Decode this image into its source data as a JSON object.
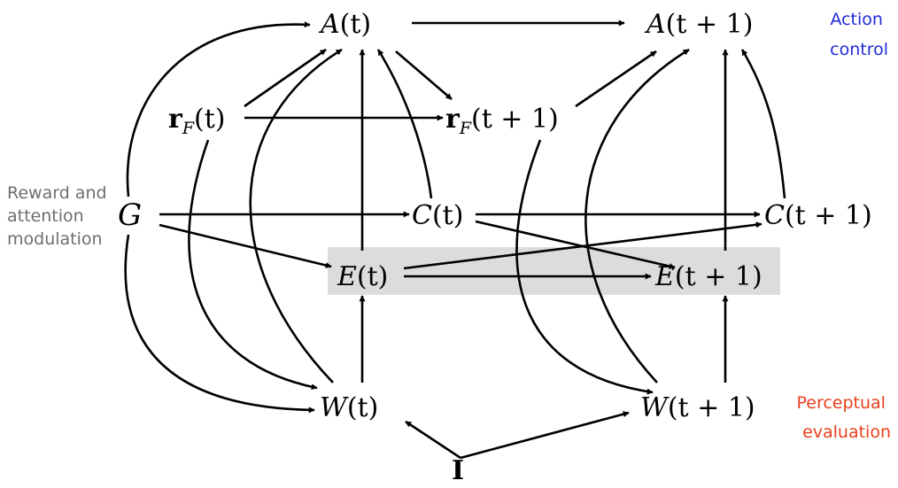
{
  "nodes": {
    "A_t": {
      "script": "A",
      "arg": "(t)"
    },
    "A_t1": {
      "script": "A",
      "arg": "(t + 1)"
    },
    "rF_t": {
      "base": "r",
      "sub": "F",
      "arg": "(t)"
    },
    "rF_t1": {
      "base": "r",
      "sub": "F",
      "arg": "(t + 1)"
    },
    "G": {
      "script": "G"
    },
    "C_t": {
      "script": "C",
      "arg": "(t)"
    },
    "C_t1": {
      "script": "C",
      "arg": "(t + 1)"
    },
    "E_t": {
      "script": "E",
      "arg": "(t)"
    },
    "E_t1": {
      "script": "E",
      "arg": "(t + 1)"
    },
    "W_t": {
      "script": "W",
      "arg": "(t)"
    },
    "W_t1": {
      "script": "W",
      "arg": "(t + 1)"
    },
    "I": {
      "label": "I"
    }
  },
  "side_labels": {
    "action_line1": "Action",
    "action_line2": "control",
    "reward_line1": "Reward and",
    "reward_line2": "attention",
    "reward_line3": "modulation",
    "perceptual_line1": "Perceptual",
    "perceptual_line2": "evaluation"
  },
  "colors": {
    "action": "#1f2bd6",
    "perceptual": "#e8401c",
    "modulation": "#6e6e6e",
    "highlight": "#dcdcdc"
  }
}
